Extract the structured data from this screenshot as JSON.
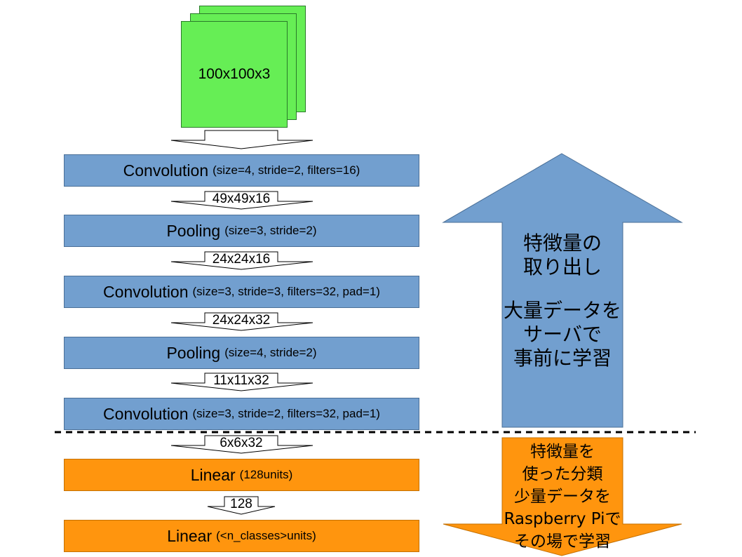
{
  "input": {
    "label": "100x100x3"
  },
  "layers": [
    {
      "name": "Convolution",
      "params": "(size=4, stride=2, filters=16)"
    },
    {
      "name": "Pooling",
      "params": "(size=3, stride=2)"
    },
    {
      "name": "Convolution",
      "params": "(size=3, stride=3, filters=32, pad=1)"
    },
    {
      "name": "Pooling",
      "params": "(size=4, stride=2)"
    },
    {
      "name": "Convolution",
      "params": "(size=3, stride=2, filters=32, pad=1)"
    },
    {
      "name": "Linear",
      "params": "(128units)"
    },
    {
      "name": "Linear",
      "params": "(<n_classes>units)"
    }
  ],
  "shapes": [
    "49x49x16",
    "24x24x16",
    "24x24x32",
    "11x11x32",
    "6x6x32",
    "128"
  ],
  "up_arrow": {
    "lines": [
      "特徴量の",
      "取り出し",
      "",
      "大量データを",
      "サーバで",
      "事前に学習"
    ],
    "color": "#729fcf"
  },
  "down_arrow": {
    "lines": [
      "特徴量を",
      "使った分類",
      "少量データを",
      "Raspberry Piで",
      "その場で学習"
    ],
    "color": "#ff950e"
  },
  "colors": {
    "input": "#66ee55",
    "pretrain": "#729fcf",
    "finetune": "#ff950e"
  }
}
